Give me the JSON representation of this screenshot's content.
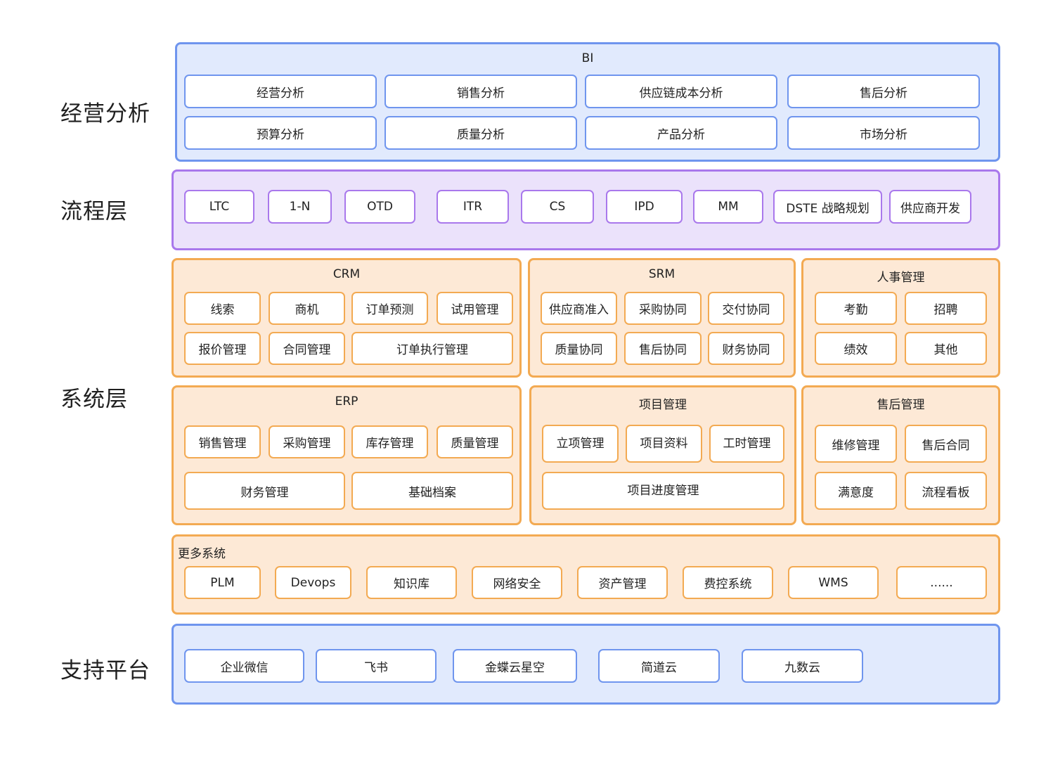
{
  "layers": {
    "analysis": "经营分析",
    "process": "流程层",
    "system": "系统层",
    "support": "支持平台"
  },
  "bi": {
    "title": "BI",
    "items": [
      "经营分析",
      "销售分析",
      "供应链成本分析",
      "售后分析",
      "预算分析",
      "质量分析",
      "产品分析",
      "市场分析"
    ]
  },
  "process": {
    "items": [
      "LTC",
      "1-N",
      "OTD",
      "ITR",
      "CS",
      "IPD",
      "MM",
      "DSTE 战略规划",
      "供应商开发"
    ]
  },
  "crm": {
    "title": "CRM",
    "items": [
      "线索",
      "商机",
      "订单预测",
      "试用管理",
      "报价管理",
      "合同管理",
      "订单执行管理"
    ]
  },
  "srm": {
    "title": "SRM",
    "items": [
      "供应商准入",
      "采购协同",
      "交付协同",
      "质量协同",
      "售后协同",
      "财务协同"
    ]
  },
  "hr": {
    "title": "人事管理",
    "items": [
      "考勤",
      "招聘",
      "绩效",
      "其他"
    ]
  },
  "erp": {
    "title": "ERP",
    "items": [
      "销售管理",
      "采购管理",
      "库存管理",
      "质量管理",
      "财务管理",
      "基础档案"
    ]
  },
  "project": {
    "title": "项目管理",
    "items": [
      "立项管理",
      "项目资料",
      "工时管理",
      "项目进度管理"
    ]
  },
  "aftersales": {
    "title": "售后管理",
    "items": [
      "维修管理",
      "售后合同",
      "满意度",
      "流程看板"
    ]
  },
  "more": {
    "title": "更多系统",
    "items": [
      "PLM",
      "Devops",
      "知识库",
      "网络安全",
      "资产管理",
      "费控系统",
      "WMS",
      "......"
    ]
  },
  "support": {
    "items": [
      "企业微信",
      "飞书",
      "金蝶云星空",
      "简道云",
      "九数云"
    ]
  },
  "colors": {
    "blue_fill": "#e1eafd",
    "blue_border": "#6f95ee",
    "purple_fill": "#ebe2fb",
    "purple_border": "#a978ec",
    "orange_fill": "#fde9d6",
    "orange_border": "#f3aa52"
  }
}
